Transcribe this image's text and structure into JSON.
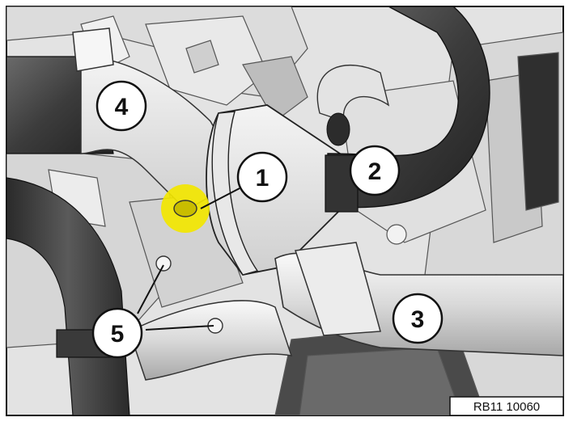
{
  "figure": {
    "reference_code": "RB11 10060",
    "highlight_color": "#f2e600",
    "callouts": [
      {
        "id": "1",
        "label": "1",
        "part": "thermostat-housing"
      },
      {
        "id": "2",
        "label": "2",
        "part": "hose-clamp-upper"
      },
      {
        "id": "3",
        "label": "3",
        "part": "coolant-pipe"
      },
      {
        "id": "4",
        "label": "4",
        "part": "hose-clamp-left"
      },
      {
        "id": "5",
        "label": "5",
        "part": "mounting-bolts"
      }
    ]
  }
}
